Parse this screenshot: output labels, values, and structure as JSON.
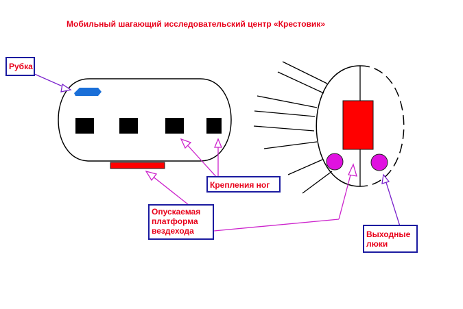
{
  "title": "Мобильный шагающий исследовательский центр «Крестовик»",
  "labels": {
    "cabin": "Рубка",
    "leg_mounts": "Крепления ног",
    "platform_line1": "Опускаемая",
    "platform_line2": "платформа",
    "platform_line3": "вездехода",
    "hatches_line1": "Выходные",
    "hatches_line2": "люки"
  },
  "colors": {
    "text_red": "#e8001a",
    "box_border": "#1a1aa0",
    "arrow_magenta": "#cc22cc",
    "arrow_purple": "#7a22cc",
    "body_outline": "#000000",
    "window_black": "#000000",
    "cabin_blue": "#1a6fd8",
    "platform_red": "#ff0000",
    "hatch_magenta": "#e011e0"
  }
}
